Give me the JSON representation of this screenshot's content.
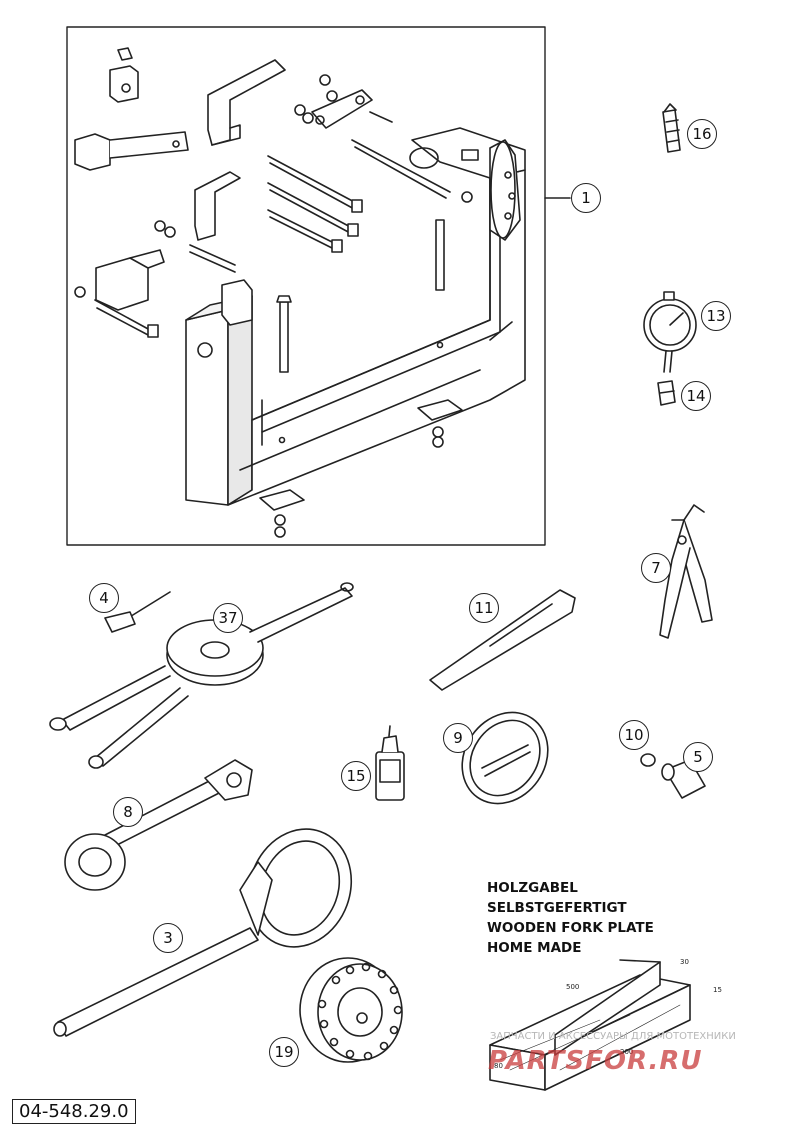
{
  "diagram": {
    "callouts": [
      {
        "id": "part-1",
        "text": "1"
      },
      {
        "id": "part-16",
        "text": "16"
      },
      {
        "id": "part-13",
        "text": "13"
      },
      {
        "id": "part-14",
        "text": "14"
      },
      {
        "id": "part-4",
        "text": "4"
      },
      {
        "id": "part-37",
        "text": "37"
      },
      {
        "id": "part-11",
        "text": "11"
      },
      {
        "id": "part-7",
        "text": "7"
      },
      {
        "id": "part-9",
        "text": "9"
      },
      {
        "id": "part-10",
        "text": "10"
      },
      {
        "id": "part-5",
        "text": "5"
      },
      {
        "id": "part-15",
        "text": "15"
      },
      {
        "id": "part-8",
        "text": "8"
      },
      {
        "id": "part-3",
        "text": "3"
      },
      {
        "id": "part-19",
        "text": "19"
      }
    ],
    "note_lines": [
      "HOLZGABEL",
      "SELBSTGEFERTIGT",
      "WOODEN FORK PLATE",
      "HOME MADE"
    ],
    "dimensions": {
      "length": "500",
      "width": "30",
      "height": "15",
      "base_length": "200",
      "base_width": "80"
    },
    "doc_number": "04-548.29.0",
    "watermark_text": "ЗАПЧАСТИ И АКСЕССУАРЫ ДЛЯ МОТОТЕХНИКИ",
    "watermark_logo": "PARTSFOR.RU"
  }
}
